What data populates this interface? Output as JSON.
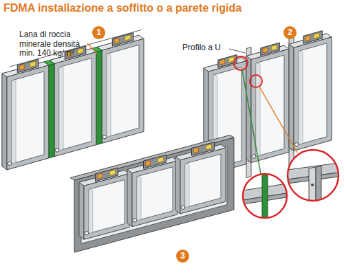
{
  "diagram": {
    "title": "FDMA installazione a soffitto o a parete rigida",
    "labels": [
      "Lana di roccia minerale densità min. 140 kg/m³",
      "1",
      "Profilo a U",
      "2",
      "3"
    ]
  }
}
